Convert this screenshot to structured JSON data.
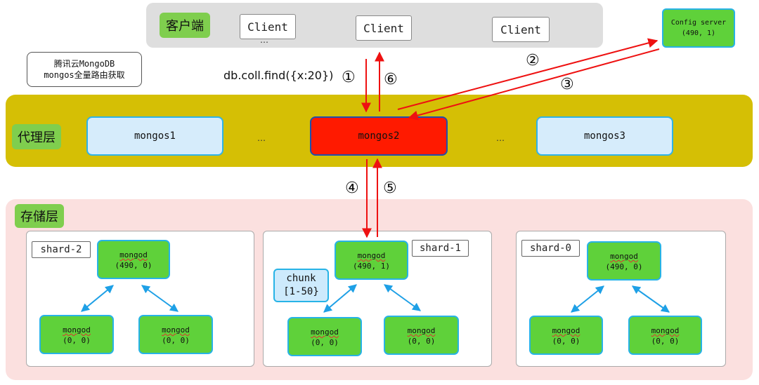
{
  "client_layer": {
    "label": "客户端",
    "clients": [
      "Client",
      "Client",
      "Client"
    ],
    "client_subtext": "…"
  },
  "config_server": {
    "title": "Config server",
    "version": "(490, 1)"
  },
  "note": {
    "line1": "腾讯云MongoDB",
    "line2": "mongos全量路由获取"
  },
  "query": "db.coll.find({x:20})",
  "steps": [
    "①",
    "②",
    "③",
    "④",
    "⑤",
    "⑥"
  ],
  "proxy_layer": {
    "label": "代理层",
    "mongos": [
      "mongos1",
      "mongos2",
      "mongos3"
    ],
    "ellipsis": "…"
  },
  "storage_layer": {
    "label": "存储层",
    "shards": [
      {
        "name": "shard-2",
        "primary": {
          "title": "mongod",
          "version": "(490, 0)"
        },
        "secondaries": [
          {
            "title": "mongod",
            "version": "(0, 0)"
          },
          {
            "title": "mongod",
            "version": "(0, 0)"
          }
        ]
      },
      {
        "name": "shard-1",
        "primary": {
          "title": "mongod",
          "version": "(490, 1)"
        },
        "secondaries": [
          {
            "title": "mongod",
            "version": "(0, 0)"
          },
          {
            "title": "mongod",
            "version": "(0, 0)"
          }
        ]
      },
      {
        "name": "shard-0",
        "primary": {
          "title": "mongod",
          "version": "(490, 0)"
        },
        "secondaries": [
          {
            "title": "mongod",
            "version": "(0, 0)"
          },
          {
            "title": "mongod",
            "version": "(0, 0)"
          }
        ]
      }
    ],
    "chunk": {
      "label": "chunk",
      "range": "[1-50}"
    }
  },
  "colors": {
    "request_arrow": "#ee1111",
    "replication_arrow": "#1ea0e6",
    "proxy_band": "#d5bf05",
    "storage_band": "#fbe0df",
    "active_mongos": "#ff1a00",
    "node_fill": "#5fd13a"
  }
}
